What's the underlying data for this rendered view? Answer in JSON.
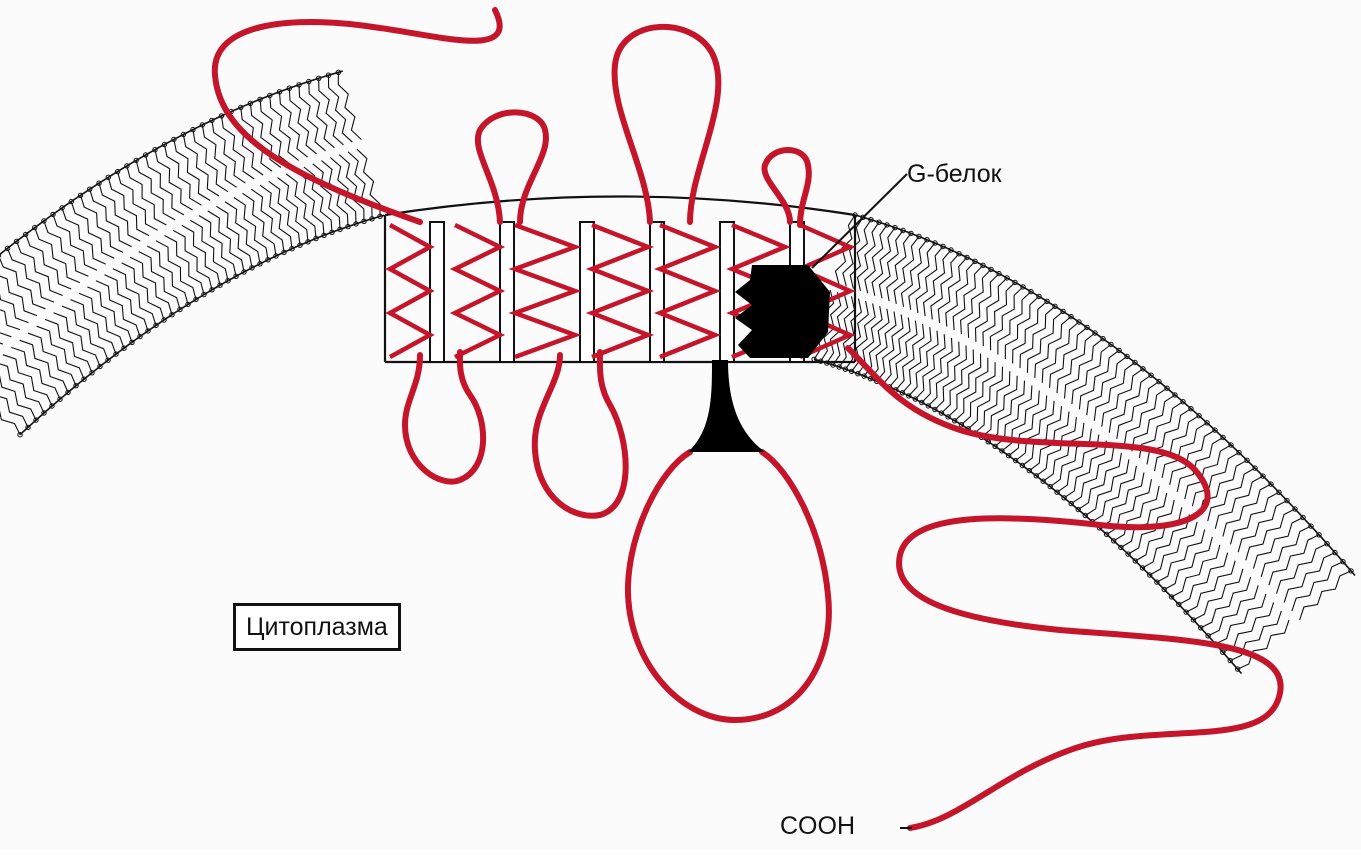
{
  "diagram": {
    "labels": {
      "cytoplasm": "Цитоплазма",
      "g_protein": "G-белок",
      "cooh": "COOH"
    },
    "colors": {
      "polypeptide": "#c5152a",
      "membrane": "#111111",
      "g_protein_fill": "#000000"
    },
    "transmembrane_segments": 7
  }
}
